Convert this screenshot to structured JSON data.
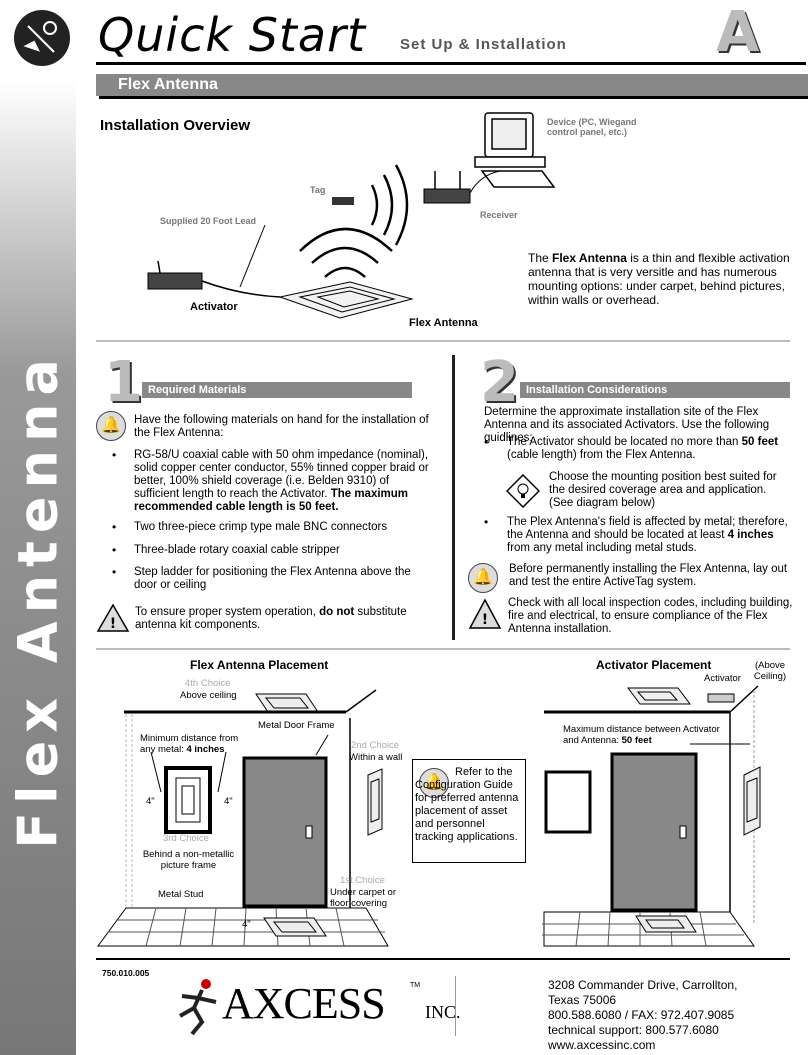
{
  "header": {
    "title": "Quick Start",
    "subtitle": "Set Up & Installation",
    "badge": "A"
  },
  "sidebar": {
    "label": "Flex Antenna"
  },
  "banner": {
    "label": "Flex Antenna"
  },
  "overview": {
    "heading": "Installation Overview",
    "device_label": "Device (PC, Wiegand control panel, etc.)",
    "tag_label": "Tag",
    "receiver_label": "Receiver",
    "lead_label": "Supplied 20 Foot Lead",
    "activator_label": "Activator",
    "antenna_label": "Flex Antenna",
    "description_pre": "The ",
    "description_bold": "Flex Antenna",
    "description_post": " is a thin and flexible activation antenna that is very versitle and has numerous mounting options: under carpet, behind pictures, within walls or overhead."
  },
  "step1": {
    "number": "1",
    "heading": "Required Materials",
    "intro": "Have the following materials on hand for the installation of the Flex Antenna:",
    "bullets": [
      {
        "text": "RG-58/U coaxial cable with 50 ohm impedance (nominal), solid copper center conductor, 55% tinned copper braid or better, 100% shield coverage (i.e. Belden 9310) of sufficient length to reach the Activator. ",
        "bold": "The maximum recommended cable length is 50 feet."
      },
      {
        "text": "Two three-piece crimp type male BNC connectors",
        "bold": ""
      },
      {
        "text": "Three-blade rotary coaxial cable stripper",
        "bold": ""
      },
      {
        "text": "Step ladder for positioning the Flex Antenna above the door or ceiling",
        "bold": ""
      }
    ],
    "warning_pre": "To ensure proper system operation, ",
    "warning_bold": "do not",
    "warning_post": " substitute antenna kit components."
  },
  "step2": {
    "number": "2",
    "heading": "Installation Considerations",
    "intro": "Determine the approximate installation site of the Flex Antenna and its associated Activators. Use the following guidlines:",
    "bullet1_pre": "The Activator should be located no more than ",
    "bullet1_bold": "50 feet",
    "bullet1_post": " (cable length) from the Flex Antenna.",
    "tip": "Choose the mounting position best suited for the desired coverage area and application. (See diagram below)",
    "bullet2_pre": "The Plex Antenna's field is affected by metal; therefore, the Antenna and should be located at least ",
    "bullet2_bold": "4 inches",
    "bullet2_post": " from any metal including metal studs.",
    "note": "Before permanently installing the Flex Antenna, lay out and test the entire ActiveTag system.",
    "warning": "Check with all local inspection codes, including building, fire and electrical, to ensure compliance of the Flex Antenna installation."
  },
  "flex_placement": {
    "title": "Flex Antenna Placement",
    "choice4": "4th Choice",
    "choice4_desc": "Above ceiling",
    "min_distance_pre": "Minimum distance from any metal: ",
    "min_distance_bold": "4 inches",
    "door_frame": "Metal Door Frame",
    "choice2": "2nd Choice",
    "choice2_desc": "Within a wall",
    "dim_left": "4\"",
    "dim_right": "4\"",
    "choice3": "3rd Choice",
    "choice3_desc": "Behind a non-metallic picture frame",
    "metal_stud": "Metal Stud",
    "choice1": "1st Choice",
    "choice1_desc": "Under carpet or floor covering",
    "dim_floor": "4\""
  },
  "config_note": "Refer to the Configuration Guide for preferred antenna placement of asset and personnel tracking applications.",
  "activator_placement": {
    "title": "Activator Placement",
    "above_ceiling": "(Above Ceiling)",
    "activator": "Activator",
    "max_distance_pre": "Maximum distance between Activator and Antenna: ",
    "max_distance_bold": "50 feet"
  },
  "footer": {
    "part_number": "750.010.005",
    "company": "AXCESS",
    "tm": "TM",
    "inc": "INC.",
    "address1": "3208 Commander Drive, Carrollton,",
    "address2": "Texas 75006",
    "phone": "800.588.6080 / FAX: 972.407.9085",
    "support": "technical support: 800.577.6080",
    "web": "www.axcessinc.com"
  }
}
